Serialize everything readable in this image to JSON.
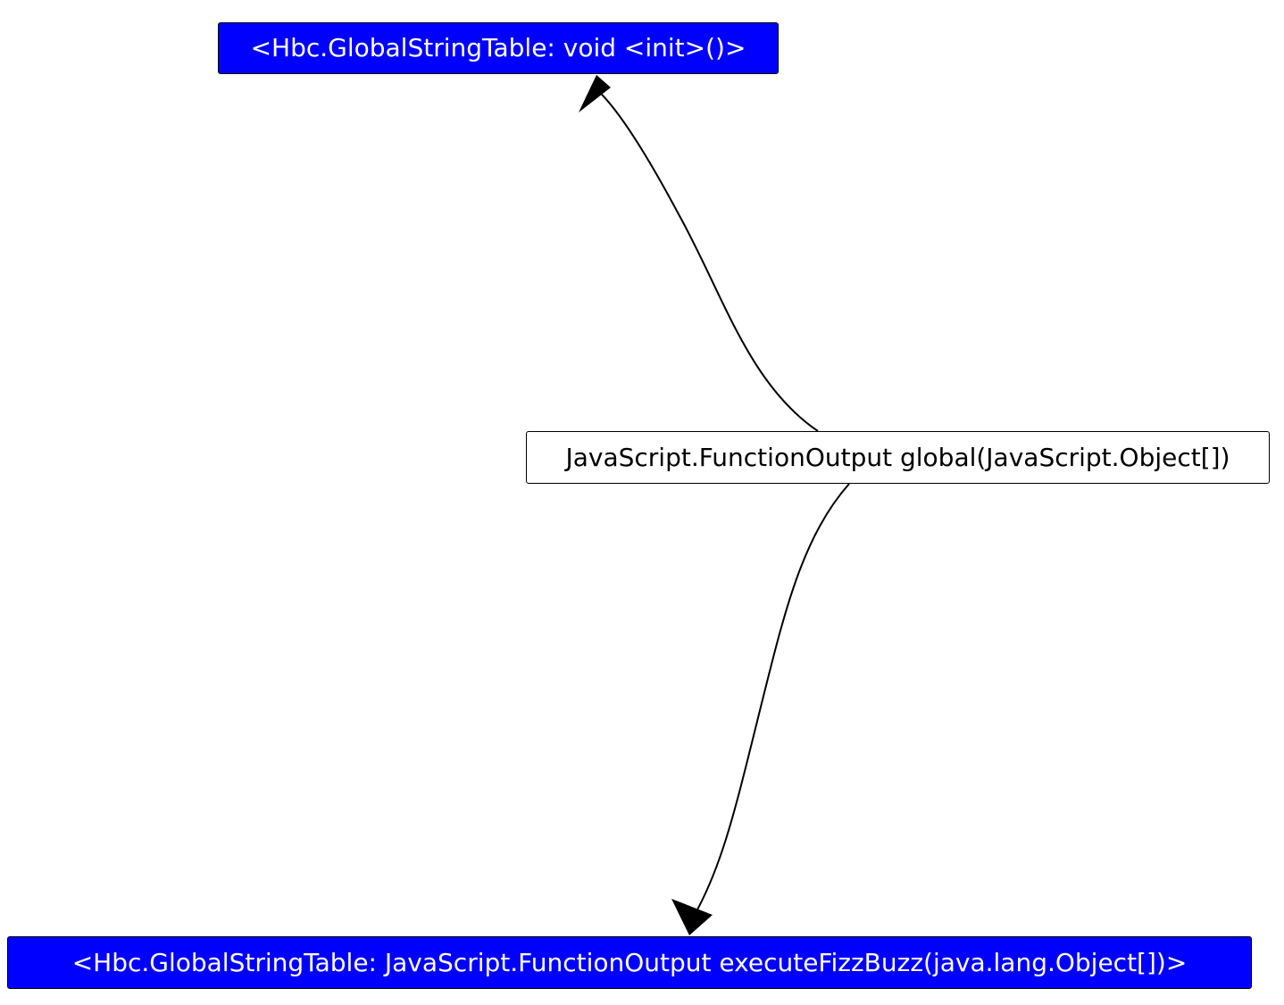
{
  "nodes": {
    "init": {
      "label": "<Hbc.GlobalStringTable: void <init>()>",
      "style": "highlighted",
      "fill_color": "#0000ff",
      "text_color": "#ffffff"
    },
    "global": {
      "label": "JavaScript.FunctionOutput global(JavaScript.Object[])",
      "style": "plain",
      "fill_color": "#ffffff",
      "text_color": "#000000"
    },
    "fizzbuzz": {
      "label": "<Hbc.GlobalStringTable: JavaScript.FunctionOutput executeFizzBuzz(java.lang.Object[])>",
      "style": "highlighted",
      "fill_color": "#0000ff",
      "text_color": "#ffffff"
    }
  },
  "edges": [
    {
      "from": "global",
      "to": "init"
    },
    {
      "from": "global",
      "to": "fizzbuzz"
    }
  ],
  "colors": {
    "edge": "#000000",
    "background": "#ffffff"
  }
}
